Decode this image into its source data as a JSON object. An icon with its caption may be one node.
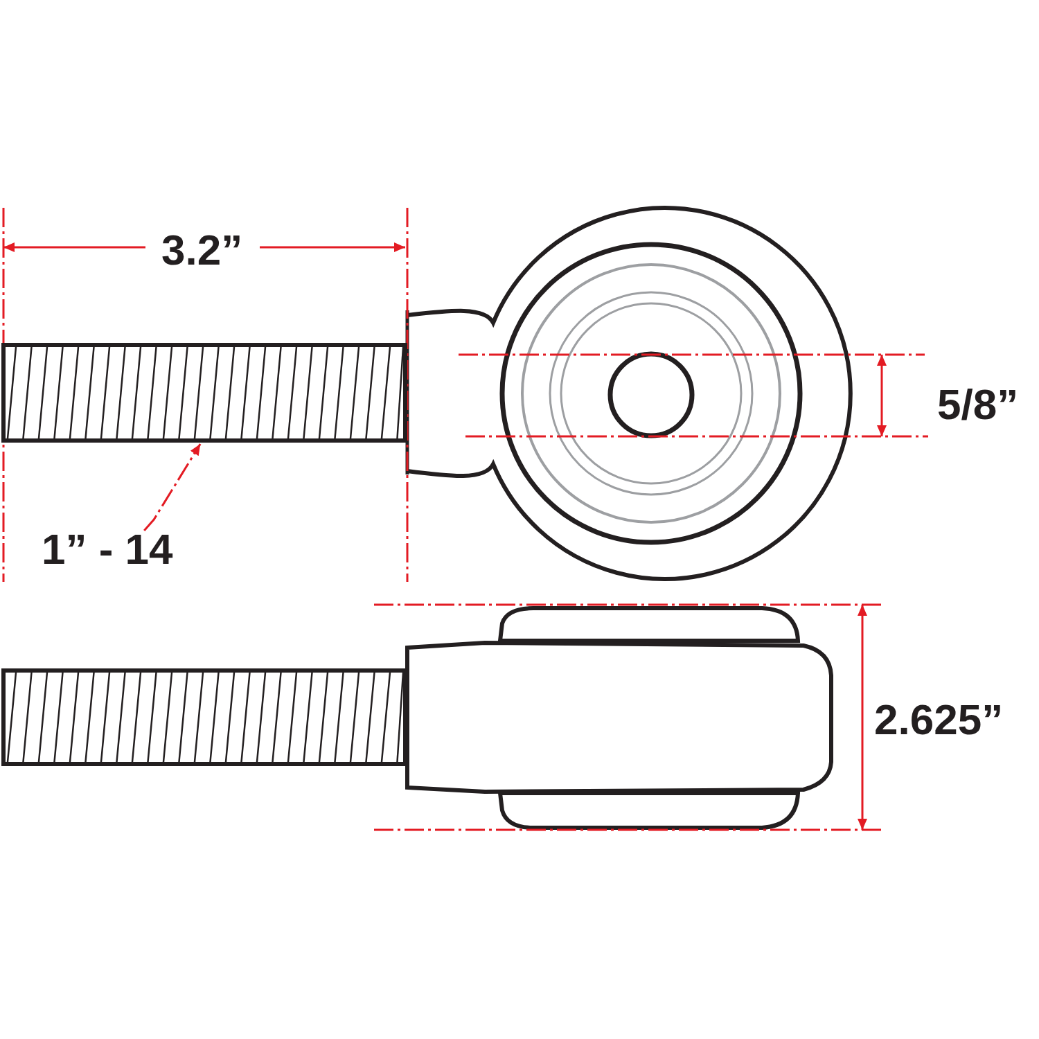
{
  "diagram": {
    "nodes": [
      {
        "text": [
          "1” - 14"
        ]
      },
      {
        "text": [],
        "shape": "picture"
      }
    ],
    "edges": [
      {
        "from": 0,
        "to": 1,
        "arrow": "to",
        "style": "dashed"
      }
    ],
    "labels": [
      "3.2”",
      "5/8”",
      "2.625”"
    ]
  }
}
